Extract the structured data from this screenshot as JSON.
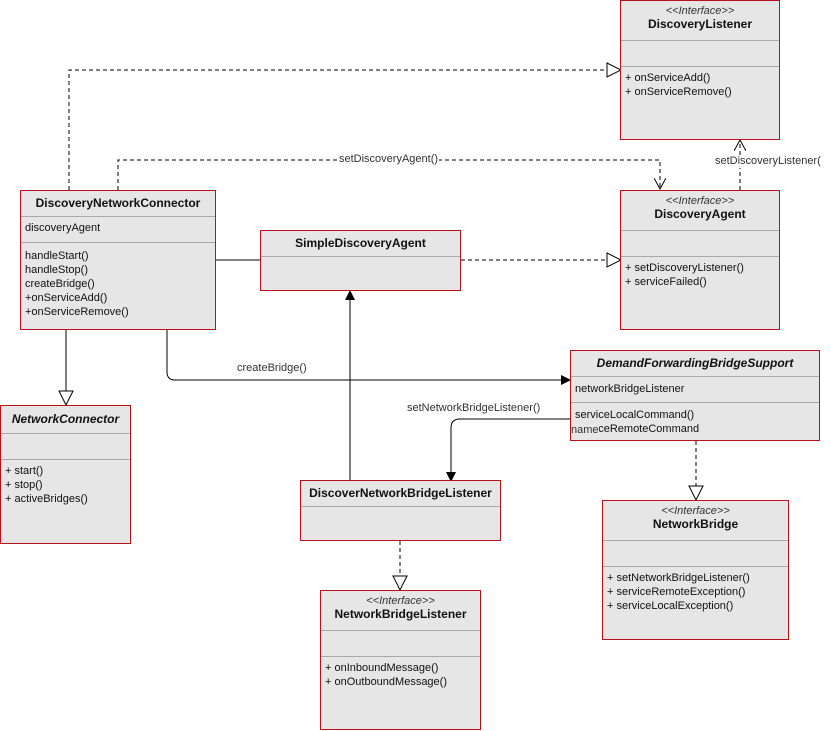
{
  "classes": {
    "discovery_listener": {
      "stereotype": "<<Interface>>",
      "name": "DiscoveryListener",
      "methods": [
        "+ onServiceAdd()",
        "+ onServiceRemove()"
      ]
    },
    "discovery_network_connector": {
      "name": "DiscoveryNetworkConnector",
      "attributes": [
        "discoveryAgent"
      ],
      "methods": [
        "handleStart()",
        "handleStop()",
        "createBridge()",
        "+onServiceAdd()",
        "+onServiceRemove()"
      ]
    },
    "simple_discovery_agent": {
      "name": "SimpleDiscoveryAgent"
    },
    "discovery_agent": {
      "stereotype": "<<Interface>>",
      "name": "DiscoveryAgent",
      "methods": [
        "+ setDiscoveryListener()",
        "+ serviceFailed()"
      ]
    },
    "demand_forwarding_bridge_support": {
      "name": "DemandForwardingBridgeSupport",
      "attributes": [
        "networkBridgeListener"
      ],
      "methods": [
        "serviceLocalCommand()",
        "serviceRemoteCommand"
      ]
    },
    "network_connector": {
      "name": "NetworkConnector",
      "methods": [
        "+ start()",
        "+ stop()",
        "+ activeBridges()"
      ]
    },
    "discover_network_bridge_listener": {
      "name": "DiscoverNetworkBridgeListener"
    },
    "network_bridge": {
      "stereotype": "<<Interface>>",
      "name": "NetworkBridge",
      "methods": [
        "+ setNetworkBridgeListener()",
        "+ serviceRemoteException()",
        "+ serviceLocalException()"
      ]
    },
    "network_bridge_listener": {
      "stereotype": "<<Interface>>",
      "name": "NetworkBridgeListener",
      "methods": [
        "+ onInboundMessage()",
        "+ onOutboundMessage()"
      ]
    }
  },
  "edge_labels": {
    "set_discovery_agent": "setDiscoveryAgent()",
    "set_discovery_listener": "setDiscoveryListener(",
    "create_bridge": "createBridge()",
    "set_network_bridge_listener": "setNetworkBridgeListener()",
    "name_fragment": "name"
  },
  "colors": {
    "class_border": "#b7131d",
    "class_fill": "#e6e6e6",
    "edge": "#000000"
  }
}
